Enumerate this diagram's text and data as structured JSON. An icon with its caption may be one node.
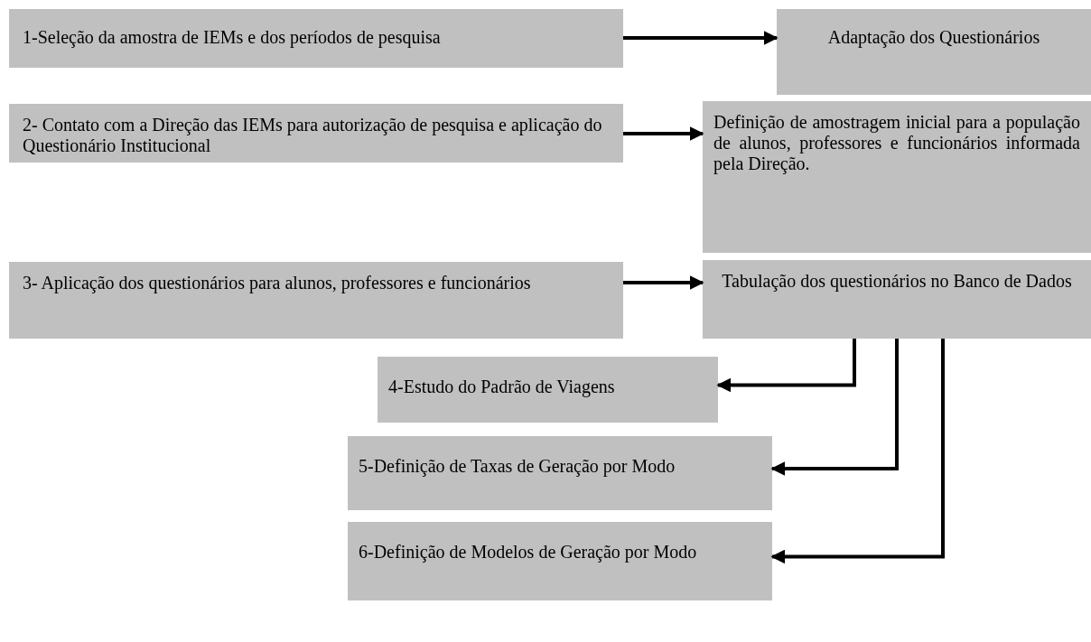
{
  "diagram": {
    "nodes": [
      {
        "text": [
          "1-Seleção da amostra de IEMs e dos períodos de pesquisa"
        ]
      },
      {
        "text": [
          "Adaptação dos Questionários"
        ]
      },
      {
        "text": [
          "2- Contato com a Direção das IEMs para autorização de pesquisa e aplicação do Questionário Institucional"
        ]
      },
      {
        "text": [
          "Definição de amostragem inicial para a população de alunos, professores e funcionários informada pela Direção."
        ]
      },
      {
        "text": [
          "3- Aplicação dos questionários para alunos, professores e funcionários"
        ]
      },
      {
        "text": [
          "Tabulação dos questionários no Banco de Dados"
        ]
      },
      {
        "text": [
          "4-Estudo do Padrão de Viagens"
        ]
      },
      {
        "text": [
          "5-Definição de Taxas de Geração por Modo"
        ]
      },
      {
        "text": [
          "6-Definição de Modelos de Geração por Modo"
        ]
      }
    ],
    "edges": [
      {
        "from": 0,
        "to": 1,
        "arrow": "to"
      },
      {
        "from": 2,
        "to": 3,
        "arrow": "to"
      },
      {
        "from": 4,
        "to": 5,
        "arrow": "to"
      },
      {
        "from": 5,
        "to": 6,
        "arrow": "to"
      },
      {
        "from": 5,
        "to": 7,
        "arrow": "to"
      },
      {
        "from": 5,
        "to": 8,
        "arrow": "to"
      }
    ]
  }
}
